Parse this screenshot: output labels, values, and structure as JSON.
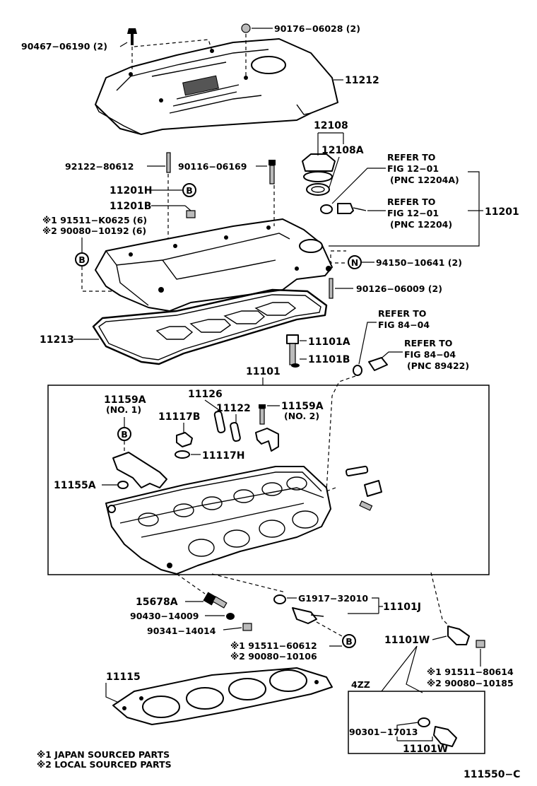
{
  "labels": {
    "bolt_cover": "90467−06190 (2)",
    "grommet_cover": "90176−06028 (2)",
    "cover": "11212",
    "cap_group": "12108",
    "cap_a": "12108A",
    "stud_92122": "92122−80612",
    "stud_90116": "90116−06169",
    "h11201h": "11201H",
    "h11201b": "11201B",
    "bolt_k0625": "※1 91511−K0625 (6)",
    "bolt_10192": "※2 90080−10192 (6)",
    "refer1_a": "REFER TO",
    "refer1_b": "FIG 12−01",
    "refer1_c": "(PNC 12204A)",
    "refer2_a": "REFER TO",
    "refer2_b": "FIG 12−01",
    "refer2_c": "(PNC 12204)",
    "head_cover": "11201",
    "gasket_94150": "94150−10641 (2)",
    "stud_90126": "90126−06009 (2)",
    "head_gasket_cover": "11213",
    "bolt_11101a": "11101A",
    "washer_11101b": "11101B",
    "head_assy": "11101",
    "refer3_a": "REFER TO",
    "refer3_b": "FIG 84−04",
    "refer4_a": "REFER TO",
    "refer4_b": "FIG 84−04",
    "refer4_c": "(PNC 89422)",
    "p11159a_1": "11159A",
    "p11159a_1n": "(NO. 1)",
    "p11126": "11126",
    "p11117b": "11117B",
    "p11122": "11122",
    "p11159a_2": "11159A",
    "p11159a_2n": "(NO. 2)",
    "p11117h": "11117H",
    "p11155a": "11155A",
    "p15678a": "15678A",
    "p90430": "90430−14009",
    "p90341": "90341−14014",
    "p_g1917": "G1917−32010",
    "p11101j": "11101J",
    "bolt_60612": "※1 91511−60612",
    "bolt_10106": "※2 90080−10106",
    "p11101w": "11101W",
    "bolt_80614": "※1 91511−80614",
    "bolt_10185": "※2 90080−10185",
    "head_gasket": "11115",
    "engine_4zz": "4ZZ",
    "p90301": "90301−17013",
    "p11101w_b": "11101W",
    "note1": "※1 JAPAN SOURCED PARTS",
    "note2": "※2 LOCAL SOURCED PARTS",
    "fig_no": "111550−C"
  },
  "markers": {
    "b": "B",
    "n": "N"
  }
}
